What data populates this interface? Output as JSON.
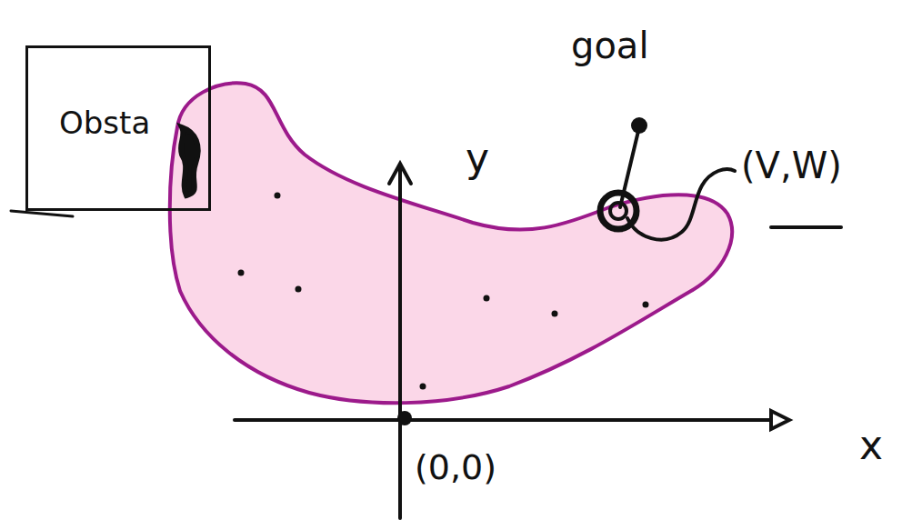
{
  "diagram": {
    "nodes": [
      {
        "text": [
          "Obsta"
        ]
      }
    ],
    "labels": [
      "goal",
      "y",
      "x",
      "(0,0)",
      "(V,W)"
    ]
  }
}
